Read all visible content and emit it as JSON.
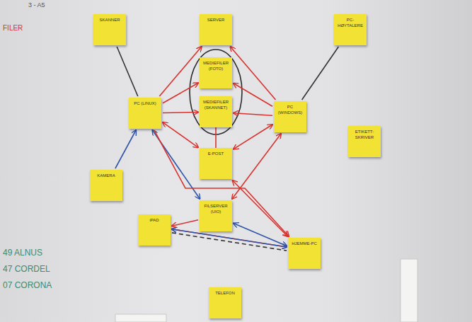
{
  "diagram": {
    "nodes": [
      {
        "text": [
          "SKANNER"
        ]
      },
      {
        "text": [
          "SERVER"
        ]
      },
      {
        "text": [
          "PC-HØYTALERE"
        ]
      },
      {
        "text": [
          "MEDIEFILER (FOTO)"
        ]
      },
      {
        "text": [
          "MEDIEFILER (SKANNET)"
        ]
      },
      {
        "text": [
          "PC (LINUX)"
        ]
      },
      {
        "text": [
          "PC (WINDOWS)"
        ]
      },
      {
        "text": [
          "ETIKETT-SKRIVER"
        ]
      },
      {
        "text": [
          "KAMERA"
        ]
      },
      {
        "text": [
          "E-POST"
        ]
      },
      {
        "text": [
          "FILSERVER (UIO)"
        ]
      },
      {
        "text": [
          "iPAD"
        ]
      },
      {
        "text": [
          "HJEMME-PC"
        ]
      },
      {
        "text": [
          "TELEFON"
        ]
      }
    ],
    "edges": [
      {
        "from": 0,
        "to": 5,
        "arrow": "none"
      },
      {
        "from": 2,
        "to": 6,
        "arrow": "none"
      },
      {
        "from": 5,
        "to": 1,
        "arrow": "to"
      },
      {
        "from": 5,
        "to": 3,
        "arrow": "to"
      },
      {
        "from": 5,
        "to": 4,
        "arrow": "to"
      },
      {
        "from": 6,
        "to": 1,
        "arrow": "to"
      },
      {
        "from": 6,
        "to": 3,
        "arrow": "to"
      },
      {
        "from": 6,
        "to": 4,
        "arrow": "to"
      },
      {
        "from": 4,
        "to": 9,
        "arrow": "to"
      },
      {
        "from": 5,
        "to": 9,
        "arrow": "both"
      },
      {
        "from": 6,
        "to": 9,
        "arrow": "both"
      },
      {
        "from": 8,
        "to": 5,
        "arrow": "to"
      },
      {
        "from": 5,
        "to": 10,
        "arrow": "both"
      },
      {
        "from": 5,
        "to": 12,
        "arrow": "to"
      },
      {
        "from": 10,
        "to": 11,
        "arrow": "to"
      },
      {
        "from": 9,
        "to": 12,
        "arrow": "both"
      },
      {
        "from": 6,
        "to": 10,
        "arrow": "both"
      },
      {
        "from": 10,
        "to": 12,
        "arrow": "both"
      },
      {
        "from": 11,
        "to": 12,
        "arrow": "both"
      },
      {
        "from": 11,
        "to": 12,
        "arrow": "none"
      },
      {
        "from": 12,
        "to": 11,
        "arrow": "both"
      }
    ],
    "labels": [
      "3 - A5",
      "FILER",
      "49 ALNUS",
      "47 CORDEL",
      "07 CORONA"
    ]
  }
}
